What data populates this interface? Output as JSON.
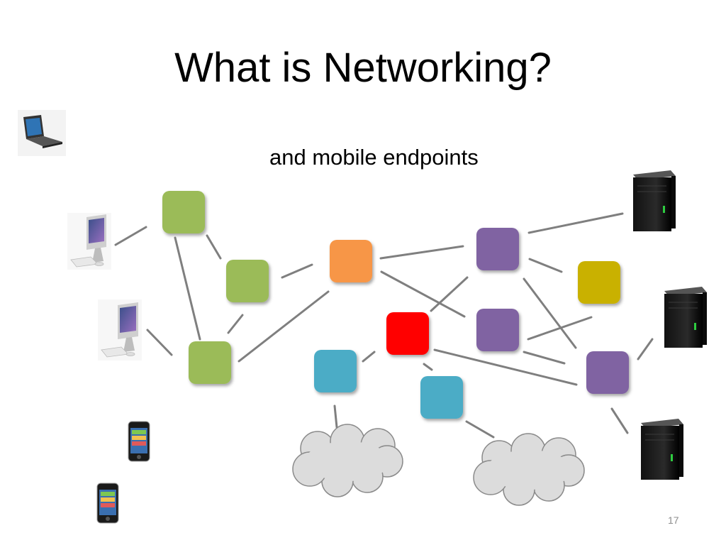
{
  "slide": {
    "title": "What is Networking?",
    "subtitle": "and mobile endpoints",
    "page_number": "17"
  },
  "colors": {
    "green": "#9bbb59",
    "orange": "#f79646",
    "purple": "#8064a2",
    "gold": "#c9b100",
    "red": "#ff0000",
    "blue": "#4bacc6",
    "link": "#7f7f7f",
    "cloud": "#dcdcdc"
  },
  "nodes": [
    {
      "id": "g1",
      "color": "green"
    },
    {
      "id": "g2",
      "color": "green"
    },
    {
      "id": "g3",
      "color": "green"
    },
    {
      "id": "orange",
      "color": "orange"
    },
    {
      "id": "p1",
      "color": "purple"
    },
    {
      "id": "p2",
      "color": "purple"
    },
    {
      "id": "p3",
      "color": "purple"
    },
    {
      "id": "gold",
      "color": "gold"
    },
    {
      "id": "red",
      "color": "red"
    },
    {
      "id": "b1",
      "color": "blue"
    },
    {
      "id": "b2",
      "color": "blue"
    }
  ],
  "endpoints": {
    "laptop": "laptop-icon",
    "desktops": [
      "desktop-computer-icon",
      "desktop-computer-icon"
    ],
    "phones": [
      "smartphone-icon",
      "smartphone-icon"
    ],
    "servers": [
      "server-icon",
      "server-icon",
      "server-icon"
    ],
    "clouds": [
      "cloud-icon",
      "cloud-icon"
    ]
  }
}
